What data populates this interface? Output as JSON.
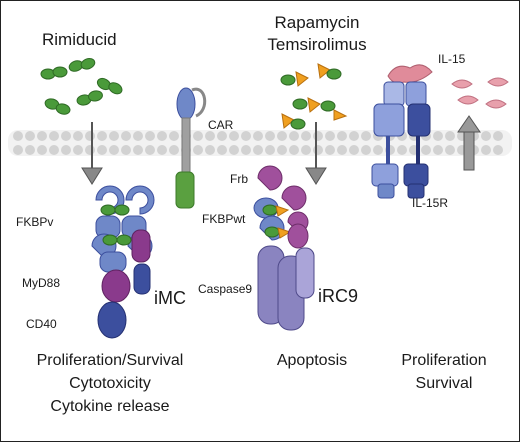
{
  "drugs": {
    "rimiducid": "Rimiducid",
    "rapamycin": "Rapamycin",
    "temsirolimus": "Temsirolimus"
  },
  "labels": {
    "car": "CAR",
    "il15": "IL-15",
    "il15r": "IL-15R",
    "frb": "Frb",
    "fkbpv": "FKBPv",
    "fkbpwt": "FKBPwt",
    "myd88": "MyD88",
    "cd40": "CD40",
    "caspase9": "Caspase9",
    "imc": "iMC",
    "irc9": "iRC9"
  },
  "outcomes": {
    "left": [
      "Proliferation/Survival",
      "Cytotoxicity",
      "Cytokine release"
    ],
    "middle": [
      "Apoptosis"
    ],
    "right": [
      "Proliferation",
      "Survival"
    ]
  },
  "colors": {
    "membrane": "#d6d6d6",
    "fkbp_green": "#4a9a3a",
    "receptor_blue": "#6f88c8",
    "dark_blue": "#3c4f9e",
    "purple": "#8a3a8c",
    "caspase": "#8a84c0",
    "il15_pink": "#e08b9a",
    "rapamycin_orange": "#f0a020",
    "car_green": "#5aa040"
  }
}
